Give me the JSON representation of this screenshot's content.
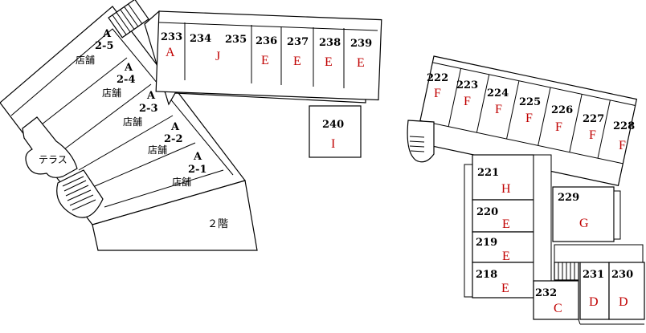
{
  "floor_label": "２階",
  "terrace_label": "テラス",
  "shops": [
    {
      "type": "A",
      "unit": "2-5",
      "label": "店舗"
    },
    {
      "type": "A",
      "unit": "2-4",
      "label": "店舗"
    },
    {
      "type": "A",
      "unit": "2-3",
      "label": "店舗"
    },
    {
      "type": "A",
      "unit": "2-2",
      "label": "店舗"
    },
    {
      "type": "A",
      "unit": "2-1",
      "label": "店舗"
    }
  ],
  "top_rooms": [
    {
      "number": "233",
      "type": "A"
    },
    {
      "number": "234",
      "type": ""
    },
    {
      "number": "235",
      "type": ""
    },
    {
      "number": "236",
      "type": "E"
    },
    {
      "number": "237",
      "type": "E"
    },
    {
      "number": "238",
      "type": "E"
    },
    {
      "number": "239",
      "type": "E"
    },
    {
      "number": "240",
      "type": "I"
    }
  ],
  "top_room_234_235_type": "J",
  "right_rooms": [
    {
      "number": "222",
      "type": "F"
    },
    {
      "number": "223",
      "type": "F"
    },
    {
      "number": "224",
      "type": "F"
    },
    {
      "number": "225",
      "type": "F"
    },
    {
      "number": "226",
      "type": "F"
    },
    {
      "number": "227",
      "type": "F"
    },
    {
      "number": "228",
      "type": "F"
    }
  ],
  "lower_rooms": [
    {
      "number": "221",
      "type": "H"
    },
    {
      "number": "220",
      "type": "E"
    },
    {
      "number": "219",
      "type": "E"
    },
    {
      "number": "218",
      "type": "E"
    },
    {
      "number": "229",
      "type": "G"
    },
    {
      "number": "232",
      "type": "C"
    },
    {
      "number": "231",
      "type": "D"
    },
    {
      "number": "230",
      "type": "D"
    }
  ]
}
